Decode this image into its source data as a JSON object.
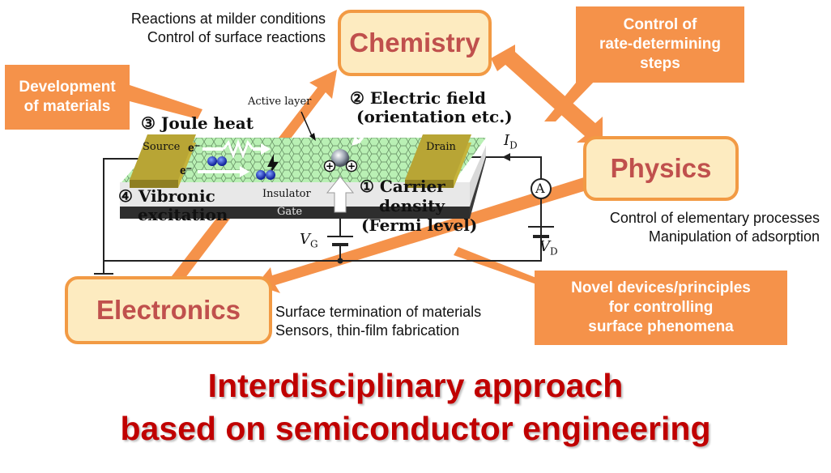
{
  "boxes": {
    "chemistry": "Chemistry",
    "physics": "Physics",
    "electronics": "Electronics"
  },
  "callouts": {
    "development": [
      "Development",
      "of materials"
    ],
    "control_steps": [
      "Control of",
      "rate-determining",
      "steps"
    ],
    "novel_devices": [
      "Novel devices/principles",
      "for controlling",
      "surface phenomena"
    ]
  },
  "notes": {
    "chemistry": [
      "Reactions at milder conditions",
      "Control of surface reactions"
    ],
    "physics": [
      "Control of elementary processes",
      "Manipulation of adsorption"
    ],
    "electronics": [
      "Surface termination of materials",
      "Sensors, thin-film fabrication"
    ]
  },
  "device": {
    "active_layer": "Active layer",
    "source": "Source",
    "drain": "Drain",
    "insulator": "Insulator",
    "gate": "Gate",
    "electron": "e⁻",
    "ammeter": "A",
    "i_d": "I",
    "i_d_sub": "D",
    "v_g": "V",
    "v_g_sub": "G",
    "v_d": "V",
    "v_d_sub": "D"
  },
  "mechanisms": {
    "m1": [
      "① Carrier",
      "density",
      "(Fermi level)"
    ],
    "m2": [
      "② Electric field",
      "(orientation etc.)"
    ],
    "m3": "③ Joule heat",
    "m4": [
      "④ Vibronic",
      "excitation"
    ]
  },
  "title": [
    "Interdisciplinary approach",
    "based on semiconductor engineering"
  ],
  "colors": {
    "accent_orange": "#f5924a",
    "box_fill": "#fdebc0",
    "box_border": "#f29a44",
    "box_text": "#c0504d",
    "title_red": "#c00000",
    "electrode": "#b8a535",
    "channel": "#b9f0b4",
    "gate": "#3a3a3a"
  }
}
